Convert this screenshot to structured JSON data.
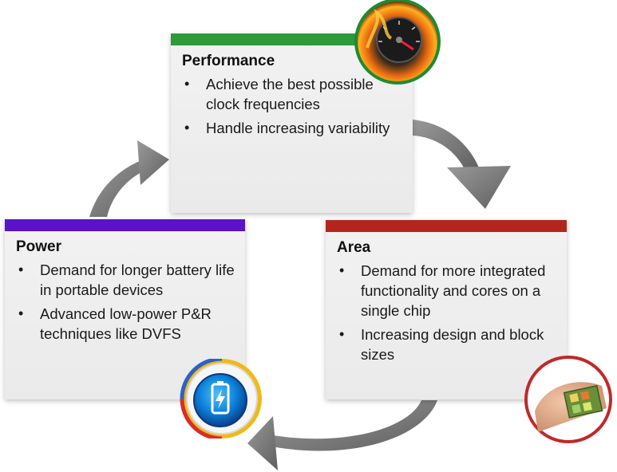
{
  "cards": {
    "performance": {
      "title": "Performance",
      "accent": "#2e9a3a",
      "bullets": [
        "Achieve the best possible  clock frequencies",
        "Handle increasing variability"
      ]
    },
    "power": {
      "title": "Power",
      "accent": "#5b12c9",
      "bullets": [
        "Demand for longer battery life in portable devices",
        "Advanced low-power P&R techniques  like DVFS"
      ]
    },
    "area": {
      "title": "Area",
      "accent": "#b3261e",
      "bullets": [
        "Demand for more integrated functionality and cores on a single chip",
        "Increasing design and block sizes"
      ]
    }
  },
  "icons": {
    "performance": "speedometer-fire-icon",
    "power": "battery-icon",
    "area": "chip-on-finger-icon"
  },
  "arrow_color": "#7f7f7f"
}
